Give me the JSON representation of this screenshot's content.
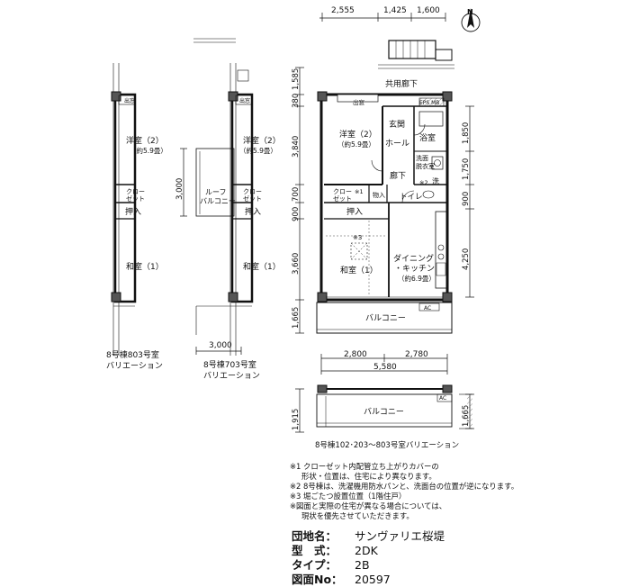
{
  "compass": {
    "north": "N"
  },
  "top_dims": [
    "2,555",
    "1,425",
    "1,600"
  ],
  "left_dims": [
    "1,585",
    "380",
    "3,840",
    "700",
    "900",
    "3,660",
    "1,665"
  ],
  "right_dims": [
    "1,850",
    "1,750",
    "900",
    "4,250"
  ],
  "bottom_dims": {
    "parts": [
      "2,800",
      "2,780"
    ],
    "total": "5,580"
  },
  "rooms": {
    "corridor": "共用廊下",
    "window_top": "出窓",
    "eps_mb": "EPS MB",
    "western2": "洋室（2）",
    "western2_size": "（約5.9畳）",
    "entrance": "玄関",
    "hall": "ホール",
    "bath": "浴室",
    "hallway": "廊下",
    "washroom": "洗面\n脱衣室",
    "wash_short": "洗",
    "note2_mark": "※2",
    "closet": "クロー\nゼット",
    "note1_mark": "※1",
    "storage_small": "物入",
    "toilet": "トイレ",
    "oshiire": "押入",
    "note3_mark": "※3",
    "japanese1": "和室（1）",
    "dining": "ダイニング\n・キッチン",
    "dining_size": "（約6.9畳）",
    "ac": "AC",
    "balcony": "バルコニー"
  },
  "var803": {
    "caption": "8号棟803号室\nバリエーション"
  },
  "var703": {
    "caption": "8号棟703号室\nバリエーション",
    "roof_balcony": "ルーフ\nバルコニー",
    "dim_height": "3,000",
    "dim_width": "3,000"
  },
  "var102": {
    "caption": "8号棟102･203～803号室バリエーション",
    "dim_left": "1,915",
    "dim_right": "1,665"
  },
  "notes": [
    "※1 クローゼット内配管立ち上がりカバーの",
    "形状・位置は、住宅により異なります。",
    "※2 8号棟は、洗濯機用防水パンと、洗面台の位置が逆になります。",
    "※3 堀ごたつ設置位置（1階住戸）",
    "※図面と実際の住宅が異なる場合については、",
    "現状を優先させていただきます。"
  ],
  "spec": {
    "complex_label": "団地名：",
    "complex_value": "サンヴァリエ桜堤",
    "type_label": "型　式：",
    "type_value": "2DK",
    "kind_label": "タイプ：",
    "kind_value": "2B",
    "drawing_label": "図面No：",
    "drawing_value": "20597"
  }
}
